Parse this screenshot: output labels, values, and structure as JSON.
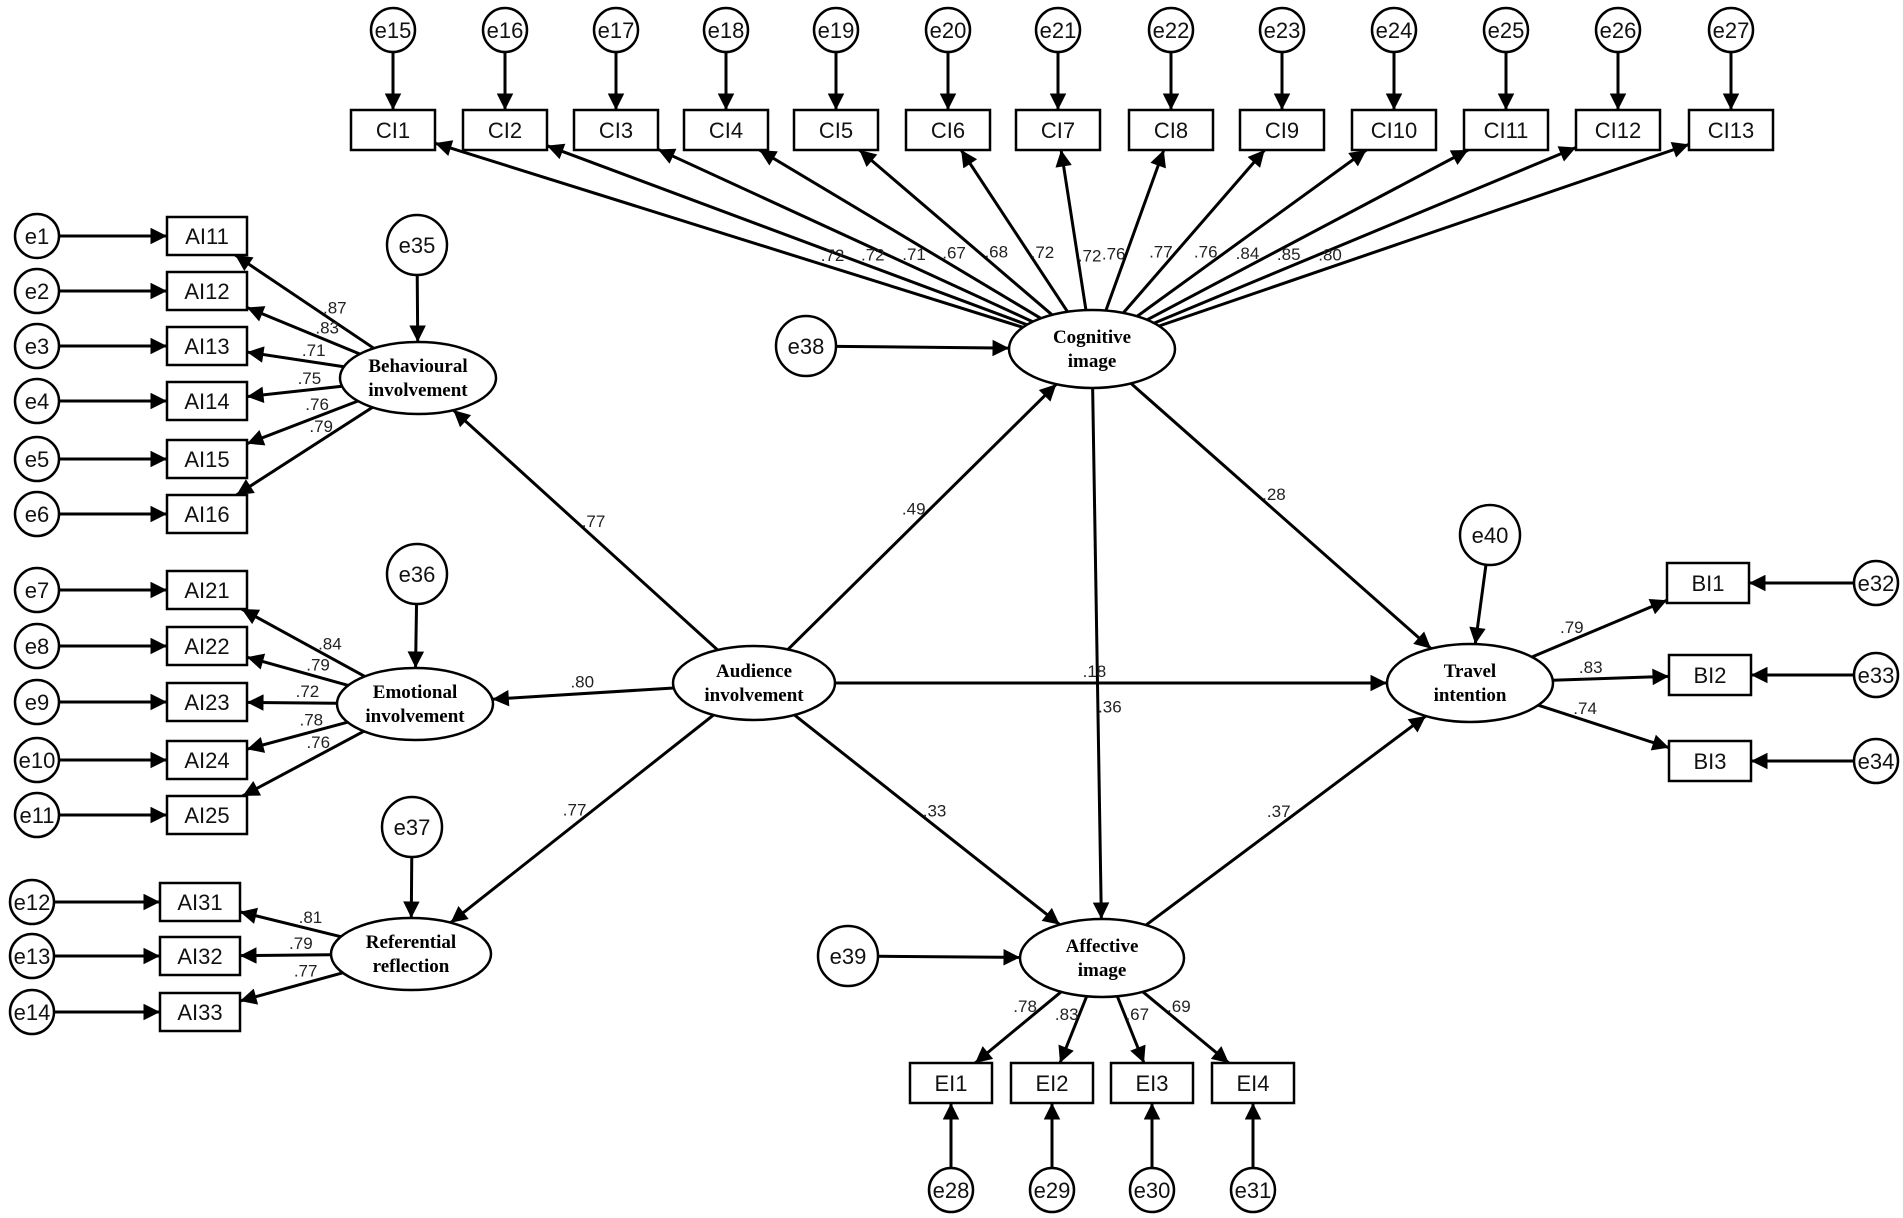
{
  "latents": [
    {
      "id": "bi",
      "lines": [
        "Behavioural",
        "involvement"
      ]
    },
    {
      "id": "ei",
      "lines": [
        "Emotional",
        "involvement"
      ]
    },
    {
      "id": "rr",
      "lines": [
        "Referential",
        "reflection"
      ]
    },
    {
      "id": "ai",
      "lines": [
        "Audience",
        "involvement"
      ]
    },
    {
      "id": "ci",
      "lines": [
        "Cognitive",
        "image"
      ]
    },
    {
      "id": "af",
      "lines": [
        "Affective",
        "image"
      ]
    },
    {
      "id": "ti",
      "lines": [
        "Travel",
        "intention"
      ]
    }
  ],
  "observed": [
    {
      "id": "AI11",
      "label": "AI11"
    },
    {
      "id": "AI12",
      "label": "AI12"
    },
    {
      "id": "AI13",
      "label": "AI13"
    },
    {
      "id": "AI14",
      "label": "AI14"
    },
    {
      "id": "AI15",
      "label": "AI15"
    },
    {
      "id": "AI16",
      "label": "AI16"
    },
    {
      "id": "AI21",
      "label": "AI21"
    },
    {
      "id": "AI22",
      "label": "AI22"
    },
    {
      "id": "AI23",
      "label": "AI23"
    },
    {
      "id": "AI24",
      "label": "AI24"
    },
    {
      "id": "AI25",
      "label": "AI25"
    },
    {
      "id": "AI31",
      "label": "AI31"
    },
    {
      "id": "AI32",
      "label": "AI32"
    },
    {
      "id": "AI33",
      "label": "AI33"
    },
    {
      "id": "CI1",
      "label": "CI1"
    },
    {
      "id": "CI2",
      "label": "CI2"
    },
    {
      "id": "CI3",
      "label": "CI3"
    },
    {
      "id": "CI4",
      "label": "CI4"
    },
    {
      "id": "CI5",
      "label": "CI5"
    },
    {
      "id": "CI6",
      "label": "CI6"
    },
    {
      "id": "CI7",
      "label": "CI7"
    },
    {
      "id": "CI8",
      "label": "CI8"
    },
    {
      "id": "CI9",
      "label": "CI9"
    },
    {
      "id": "CI10",
      "label": "CI10"
    },
    {
      "id": "CI11",
      "label": "CI11"
    },
    {
      "id": "CI12",
      "label": "CI12"
    },
    {
      "id": "CI13",
      "label": "CI13"
    },
    {
      "id": "EI1",
      "label": "EI1"
    },
    {
      "id": "EI2",
      "label": "EI2"
    },
    {
      "id": "EI3",
      "label": "EI3"
    },
    {
      "id": "EI4",
      "label": "EI4"
    },
    {
      "id": "BI1",
      "label": "BI1"
    },
    {
      "id": "BI2",
      "label": "BI2"
    },
    {
      "id": "BI3",
      "label": "BI3"
    }
  ],
  "errors": [
    {
      "id": "e1",
      "label": "e1"
    },
    {
      "id": "e2",
      "label": "e2"
    },
    {
      "id": "e3",
      "label": "e3"
    },
    {
      "id": "e4",
      "label": "e4"
    },
    {
      "id": "e5",
      "label": "e5"
    },
    {
      "id": "e6",
      "label": "e6"
    },
    {
      "id": "e7",
      "label": "e7"
    },
    {
      "id": "e8",
      "label": "e8"
    },
    {
      "id": "e9",
      "label": "e9"
    },
    {
      "id": "e10",
      "label": "e10"
    },
    {
      "id": "e11",
      "label": "e11"
    },
    {
      "id": "e12",
      "label": "e12"
    },
    {
      "id": "e13",
      "label": "e13"
    },
    {
      "id": "e14",
      "label": "e14"
    },
    {
      "id": "e15",
      "label": "e15"
    },
    {
      "id": "e16",
      "label": "e16"
    },
    {
      "id": "e17",
      "label": "e17"
    },
    {
      "id": "e18",
      "label": "e18"
    },
    {
      "id": "e19",
      "label": "e19"
    },
    {
      "id": "e20",
      "label": "e20"
    },
    {
      "id": "e21",
      "label": "e21"
    },
    {
      "id": "e22",
      "label": "e22"
    },
    {
      "id": "e23",
      "label": "e23"
    },
    {
      "id": "e24",
      "label": "e24"
    },
    {
      "id": "e25",
      "label": "e25"
    },
    {
      "id": "e26",
      "label": "e26"
    },
    {
      "id": "e27",
      "label": "e27"
    },
    {
      "id": "e28",
      "label": "e28"
    },
    {
      "id": "e29",
      "label": "e29"
    },
    {
      "id": "e30",
      "label": "e30"
    },
    {
      "id": "e31",
      "label": "e31"
    },
    {
      "id": "e32",
      "label": "e32"
    },
    {
      "id": "e33",
      "label": "e33"
    },
    {
      "id": "e34",
      "label": "e34"
    },
    {
      "id": "e35",
      "label": "e35"
    },
    {
      "id": "e36",
      "label": "e36"
    },
    {
      "id": "e37",
      "label": "e37"
    },
    {
      "id": "e38",
      "label": "e38"
    },
    {
      "id": "e39",
      "label": "e39"
    },
    {
      "id": "e40",
      "label": "e40"
    }
  ],
  "loadings": [
    {
      "from": "bi",
      "to": "AI11",
      "w": ".87"
    },
    {
      "from": "bi",
      "to": "AI12",
      "w": ".83"
    },
    {
      "from": "bi",
      "to": "AI13",
      "w": ".71"
    },
    {
      "from": "bi",
      "to": "AI14",
      "w": ".75"
    },
    {
      "from": "bi",
      "to": "AI15",
      "w": ".76"
    },
    {
      "from": "bi",
      "to": "AI16",
      "w": ".79"
    },
    {
      "from": "ei",
      "to": "AI21",
      "w": ".84"
    },
    {
      "from": "ei",
      "to": "AI22",
      "w": ".79"
    },
    {
      "from": "ei",
      "to": "AI23",
      "w": ".72"
    },
    {
      "from": "ei",
      "to": "AI24",
      "w": ".78"
    },
    {
      "from": "ei",
      "to": "AI25",
      "w": ".76"
    },
    {
      "from": "rr",
      "to": "AI31",
      "w": ".81"
    },
    {
      "from": "rr",
      "to": "AI32",
      "w": ".79"
    },
    {
      "from": "rr",
      "to": "AI33",
      "w": ".77"
    },
    {
      "from": "ci",
      "to": "CI1",
      "w": ".72"
    },
    {
      "from": "ci",
      "to": "CI2",
      "w": ".72"
    },
    {
      "from": "ci",
      "to": "CI3",
      "w": ".71"
    },
    {
      "from": "ci",
      "to": "CI4",
      "w": ".67"
    },
    {
      "from": "ci",
      "to": "CI5",
      "w": ".68"
    },
    {
      "from": "ci",
      "to": "CI6",
      "w": ".72"
    },
    {
      "from": "ci",
      "to": "CI7",
      "w": ".72"
    },
    {
      "from": "ci",
      "to": "CI8",
      "w": ".76"
    },
    {
      "from": "ci",
      "to": "CI9",
      "w": ".77"
    },
    {
      "from": "ci",
      "to": "CI10",
      "w": ".76"
    },
    {
      "from": "ci",
      "to": "CI11",
      "w": ".84"
    },
    {
      "from": "ci",
      "to": "CI12",
      "w": ".85"
    },
    {
      "from": "ci",
      "to": "CI13",
      "w": ".80"
    },
    {
      "from": "af",
      "to": "EI1",
      "w": ".78"
    },
    {
      "from": "af",
      "to": "EI2",
      "w": ".83"
    },
    {
      "from": "af",
      "to": "EI3",
      "w": ".67"
    },
    {
      "from": "af",
      "to": "EI4",
      "w": ".69"
    },
    {
      "from": "ti",
      "to": "BI1",
      "w": ".79"
    },
    {
      "from": "ti",
      "to": "BI2",
      "w": ".83"
    },
    {
      "from": "ti",
      "to": "BI3",
      "w": ".74"
    }
  ],
  "paths": [
    {
      "from": "ai",
      "to": "bi",
      "w": ".77"
    },
    {
      "from": "ai",
      "to": "ei",
      "w": ".80"
    },
    {
      "from": "ai",
      "to": "rr",
      "w": ".77"
    },
    {
      "from": "ai",
      "to": "ci",
      "w": ".49"
    },
    {
      "from": "ai",
      "to": "af",
      "w": ".33"
    },
    {
      "from": "ai",
      "to": "ti",
      "w": ".18"
    },
    {
      "from": "ci",
      "to": "ti",
      "w": ".28"
    },
    {
      "from": "ci",
      "to": "af",
      "w": ".36"
    },
    {
      "from": "af",
      "to": "ti",
      "w": ".37"
    }
  ],
  "residuals": [
    {
      "from": "e1",
      "to": "AI11"
    },
    {
      "from": "e2",
      "to": "AI12"
    },
    {
      "from": "e3",
      "to": "AI13"
    },
    {
      "from": "e4",
      "to": "AI14"
    },
    {
      "from": "e5",
      "to": "AI15"
    },
    {
      "from": "e6",
      "to": "AI16"
    },
    {
      "from": "e7",
      "to": "AI21"
    },
    {
      "from": "e8",
      "to": "AI22"
    },
    {
      "from": "e9",
      "to": "AI23"
    },
    {
      "from": "e10",
      "to": "AI24"
    },
    {
      "from": "e11",
      "to": "AI25"
    },
    {
      "from": "e12",
      "to": "AI31"
    },
    {
      "from": "e13",
      "to": "AI32"
    },
    {
      "from": "e14",
      "to": "AI33"
    },
    {
      "from": "e15",
      "to": "CI1"
    },
    {
      "from": "e16",
      "to": "CI2"
    },
    {
      "from": "e17",
      "to": "CI3"
    },
    {
      "from": "e18",
      "to": "CI4"
    },
    {
      "from": "e19",
      "to": "CI5"
    },
    {
      "from": "e20",
      "to": "CI6"
    },
    {
      "from": "e21",
      "to": "CI7"
    },
    {
      "from": "e22",
      "to": "CI8"
    },
    {
      "from": "e23",
      "to": "CI9"
    },
    {
      "from": "e24",
      "to": "CI10"
    },
    {
      "from": "e25",
      "to": "CI11"
    },
    {
      "from": "e26",
      "to": "CI12"
    },
    {
      "from": "e27",
      "to": "CI13"
    },
    {
      "from": "e28",
      "to": "EI1"
    },
    {
      "from": "e29",
      "to": "EI2"
    },
    {
      "from": "e30",
      "to": "EI3"
    },
    {
      "from": "e31",
      "to": "EI4"
    },
    {
      "from": "e32",
      "to": "BI1"
    },
    {
      "from": "e33",
      "to": "BI2"
    },
    {
      "from": "e34",
      "to": "BI3"
    },
    {
      "from": "e35",
      "to": "bi"
    },
    {
      "from": "e36",
      "to": "ei"
    },
    {
      "from": "e37",
      "to": "rr"
    },
    {
      "from": "e38",
      "to": "ci"
    },
    {
      "from": "e39",
      "to": "af"
    },
    {
      "from": "e40",
      "to": "ti"
    }
  ]
}
